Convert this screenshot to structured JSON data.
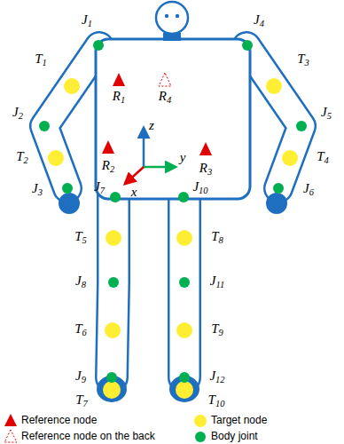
{
  "diagram": {
    "labels": [
      "J1",
      "J4",
      "T1",
      "T3",
      "R1",
      "R4",
      "z",
      "J2",
      "J5",
      "T2",
      "T4",
      "R2",
      "R3",
      "y",
      "J7",
      "x",
      "J10",
      "J3",
      "J6",
      "T5",
      "T8",
      "J8",
      "J11",
      "T6",
      "T9",
      "J9",
      "J12",
      "T7",
      "T10"
    ],
    "legend": [
      {
        "text": "Reference node"
      },
      {
        "text": "Target node"
      },
      {
        "text": "Reference node on the back"
      },
      {
        "text": "Body joint"
      }
    ]
  }
}
